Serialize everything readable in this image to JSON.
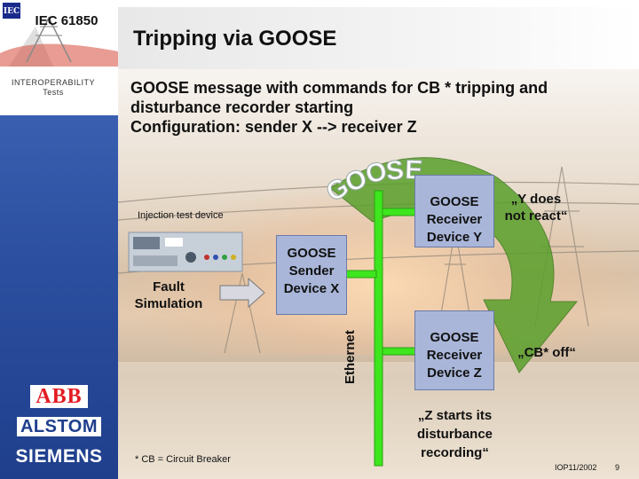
{
  "sidebar": {
    "logo_text": "IEC",
    "standard_title": "IEC 61850",
    "subtitle": "INTEROPERABILITY Tests",
    "vendors": [
      "ABB",
      "ALSTOM",
      "SIEMENS"
    ]
  },
  "header": {
    "title": "Tripping via GOOSE"
  },
  "heading": {
    "line1": "GOOSE message with commands for CB * tripping and",
    "line2": "disturbance recorder starting",
    "line3": "Configuration: sender X --> receiver Z"
  },
  "diagram": {
    "goose_arc_text": "GOOSE",
    "injection_label": "Injection test device",
    "fault_label": "Fault Simulation",
    "sender_label": "GOOSE Sender Device X",
    "ethernet_label": "Ethernet",
    "receiver_y_label": "GOOSE Receiver Device Y",
    "receiver_z_label": "GOOSE Receiver Device Z",
    "y_reaction": "„Y does not react“",
    "z_reaction": "„CB* off“",
    "z_disturbance": "„Z starts its disturbance recording“"
  },
  "footer": {
    "footnote": "* CB = Circuit Breaker",
    "reference": "IOP11/2002",
    "page_number": "9"
  },
  "colors": {
    "sidebar_blue": "#2c4f9f",
    "ethernet_green": "#3ee61e",
    "arrow_green": "#4e9a2a",
    "device_box": "#a9b6d9"
  }
}
